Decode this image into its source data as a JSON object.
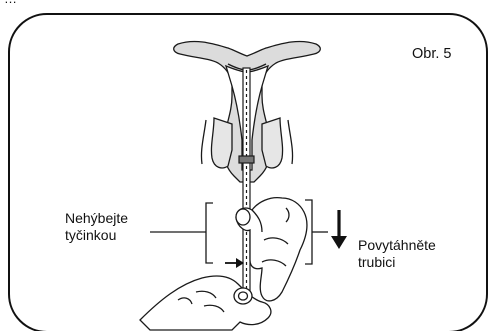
{
  "header_fragment": "…",
  "figure_label": "Obr. 5",
  "left_label": {
    "line1": "Nehýbejte",
    "line2": "tyčinkou"
  },
  "right_label": {
    "line1": "Povytáhněte",
    "line2": "trubici"
  },
  "colors": {
    "stroke": "#1a1a1a",
    "fill_tissue": "#d9d9d9",
    "frame": "#111111"
  },
  "icons": [
    "down-arrow-icon",
    "right-arrow-icon"
  ]
}
